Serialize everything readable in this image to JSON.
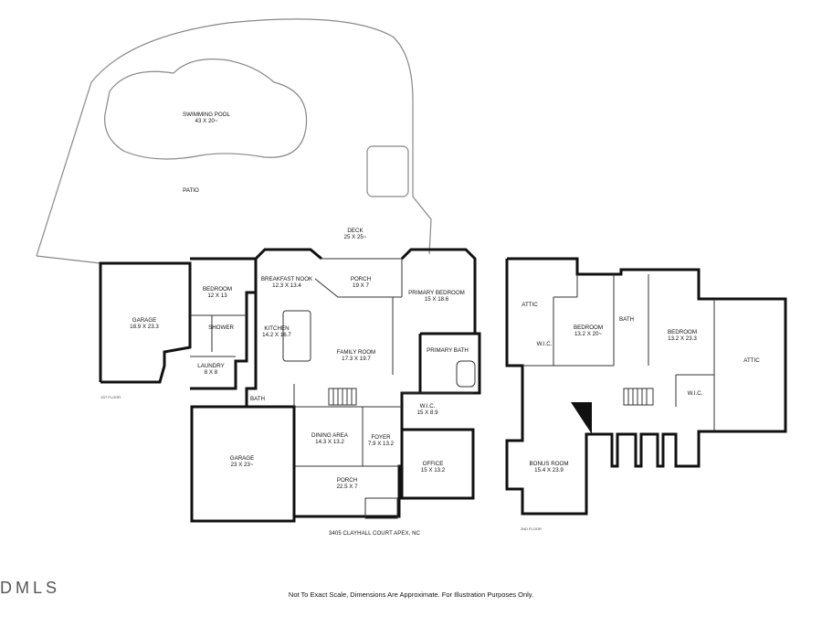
{
  "rooms": [
    {
      "id": "swimming-pool",
      "name": "SWIMMING POOL",
      "dims": "43 X 20~"
    },
    {
      "id": "patio",
      "name": "PATIO",
      "dims": ""
    },
    {
      "id": "deck",
      "name": "DECK",
      "dims": "25 X 25~"
    },
    {
      "id": "garage-1",
      "name": "GARAGE",
      "dims": "18.9 X 23.3"
    },
    {
      "id": "bedroom-1",
      "name": "BEDROOM",
      "dims": "12 X 13"
    },
    {
      "id": "shower",
      "name": "SHOWER",
      "dims": ""
    },
    {
      "id": "laundry",
      "name": "LAUNDRY",
      "dims": "8 X 8"
    },
    {
      "id": "breakfast-nook",
      "name": "BREAKFAST NOOK",
      "dims": "12.3 X 13.4"
    },
    {
      "id": "porch-back",
      "name": "PORCH",
      "dims": "19 X 7"
    },
    {
      "id": "primary-bedroom",
      "name": "PRIMARY BEDROOM",
      "dims": "15 X 18.6"
    },
    {
      "id": "kitchen",
      "name": "KITCHEN",
      "dims": "14.2 X 16.7"
    },
    {
      "id": "family-room",
      "name": "FAMILY ROOM",
      "dims": "17.3 X 19.7"
    },
    {
      "id": "primary-bath",
      "name": "PRIMARY BATH",
      "dims": ""
    },
    {
      "id": "bath-1",
      "name": "BATH",
      "dims": ""
    },
    {
      "id": "wic-1",
      "name": "W.I.C.",
      "dims": "15 X 8.9"
    },
    {
      "id": "dining-area",
      "name": "DINING AREA",
      "dims": "14.3 X 13.2"
    },
    {
      "id": "foyer",
      "name": "FOYER",
      "dims": "7.9 X 13.2"
    },
    {
      "id": "office",
      "name": "OFFICE",
      "dims": "15 X 13.2"
    },
    {
      "id": "garage-2",
      "name": "GARAGE",
      "dims": "23 X 23~"
    },
    {
      "id": "porch-front",
      "name": "PORCH",
      "dims": "22.5 X 7"
    },
    {
      "id": "attic-1",
      "name": "ATTIC",
      "dims": ""
    },
    {
      "id": "wic-2",
      "name": "W.I.C.",
      "dims": ""
    },
    {
      "id": "bedroom-2",
      "name": "BEDROOM",
      "dims": "13.2 X 20~"
    },
    {
      "id": "bath-2",
      "name": "BATH",
      "dims": ""
    },
    {
      "id": "bedroom-3",
      "name": "BEDROOM",
      "dims": "13.2 X 23.3"
    },
    {
      "id": "attic-2",
      "name": "ATTIC",
      "dims": ""
    },
    {
      "id": "wic-3",
      "name": "W.I.C.",
      "dims": ""
    },
    {
      "id": "bonus-room",
      "name": "BONUS ROOM",
      "dims": "15.4 X 23.9"
    }
  ],
  "floor_labels": {
    "first": "1ST FLOOR",
    "second": "2ND FLOOR"
  },
  "address": "3405 CLAYHALL COURT APEX, NC",
  "disclaimer": "Not To Exact Scale, Dimensions Are Approximate. For Illustration Purposes Only.",
  "watermark": "DMLS"
}
